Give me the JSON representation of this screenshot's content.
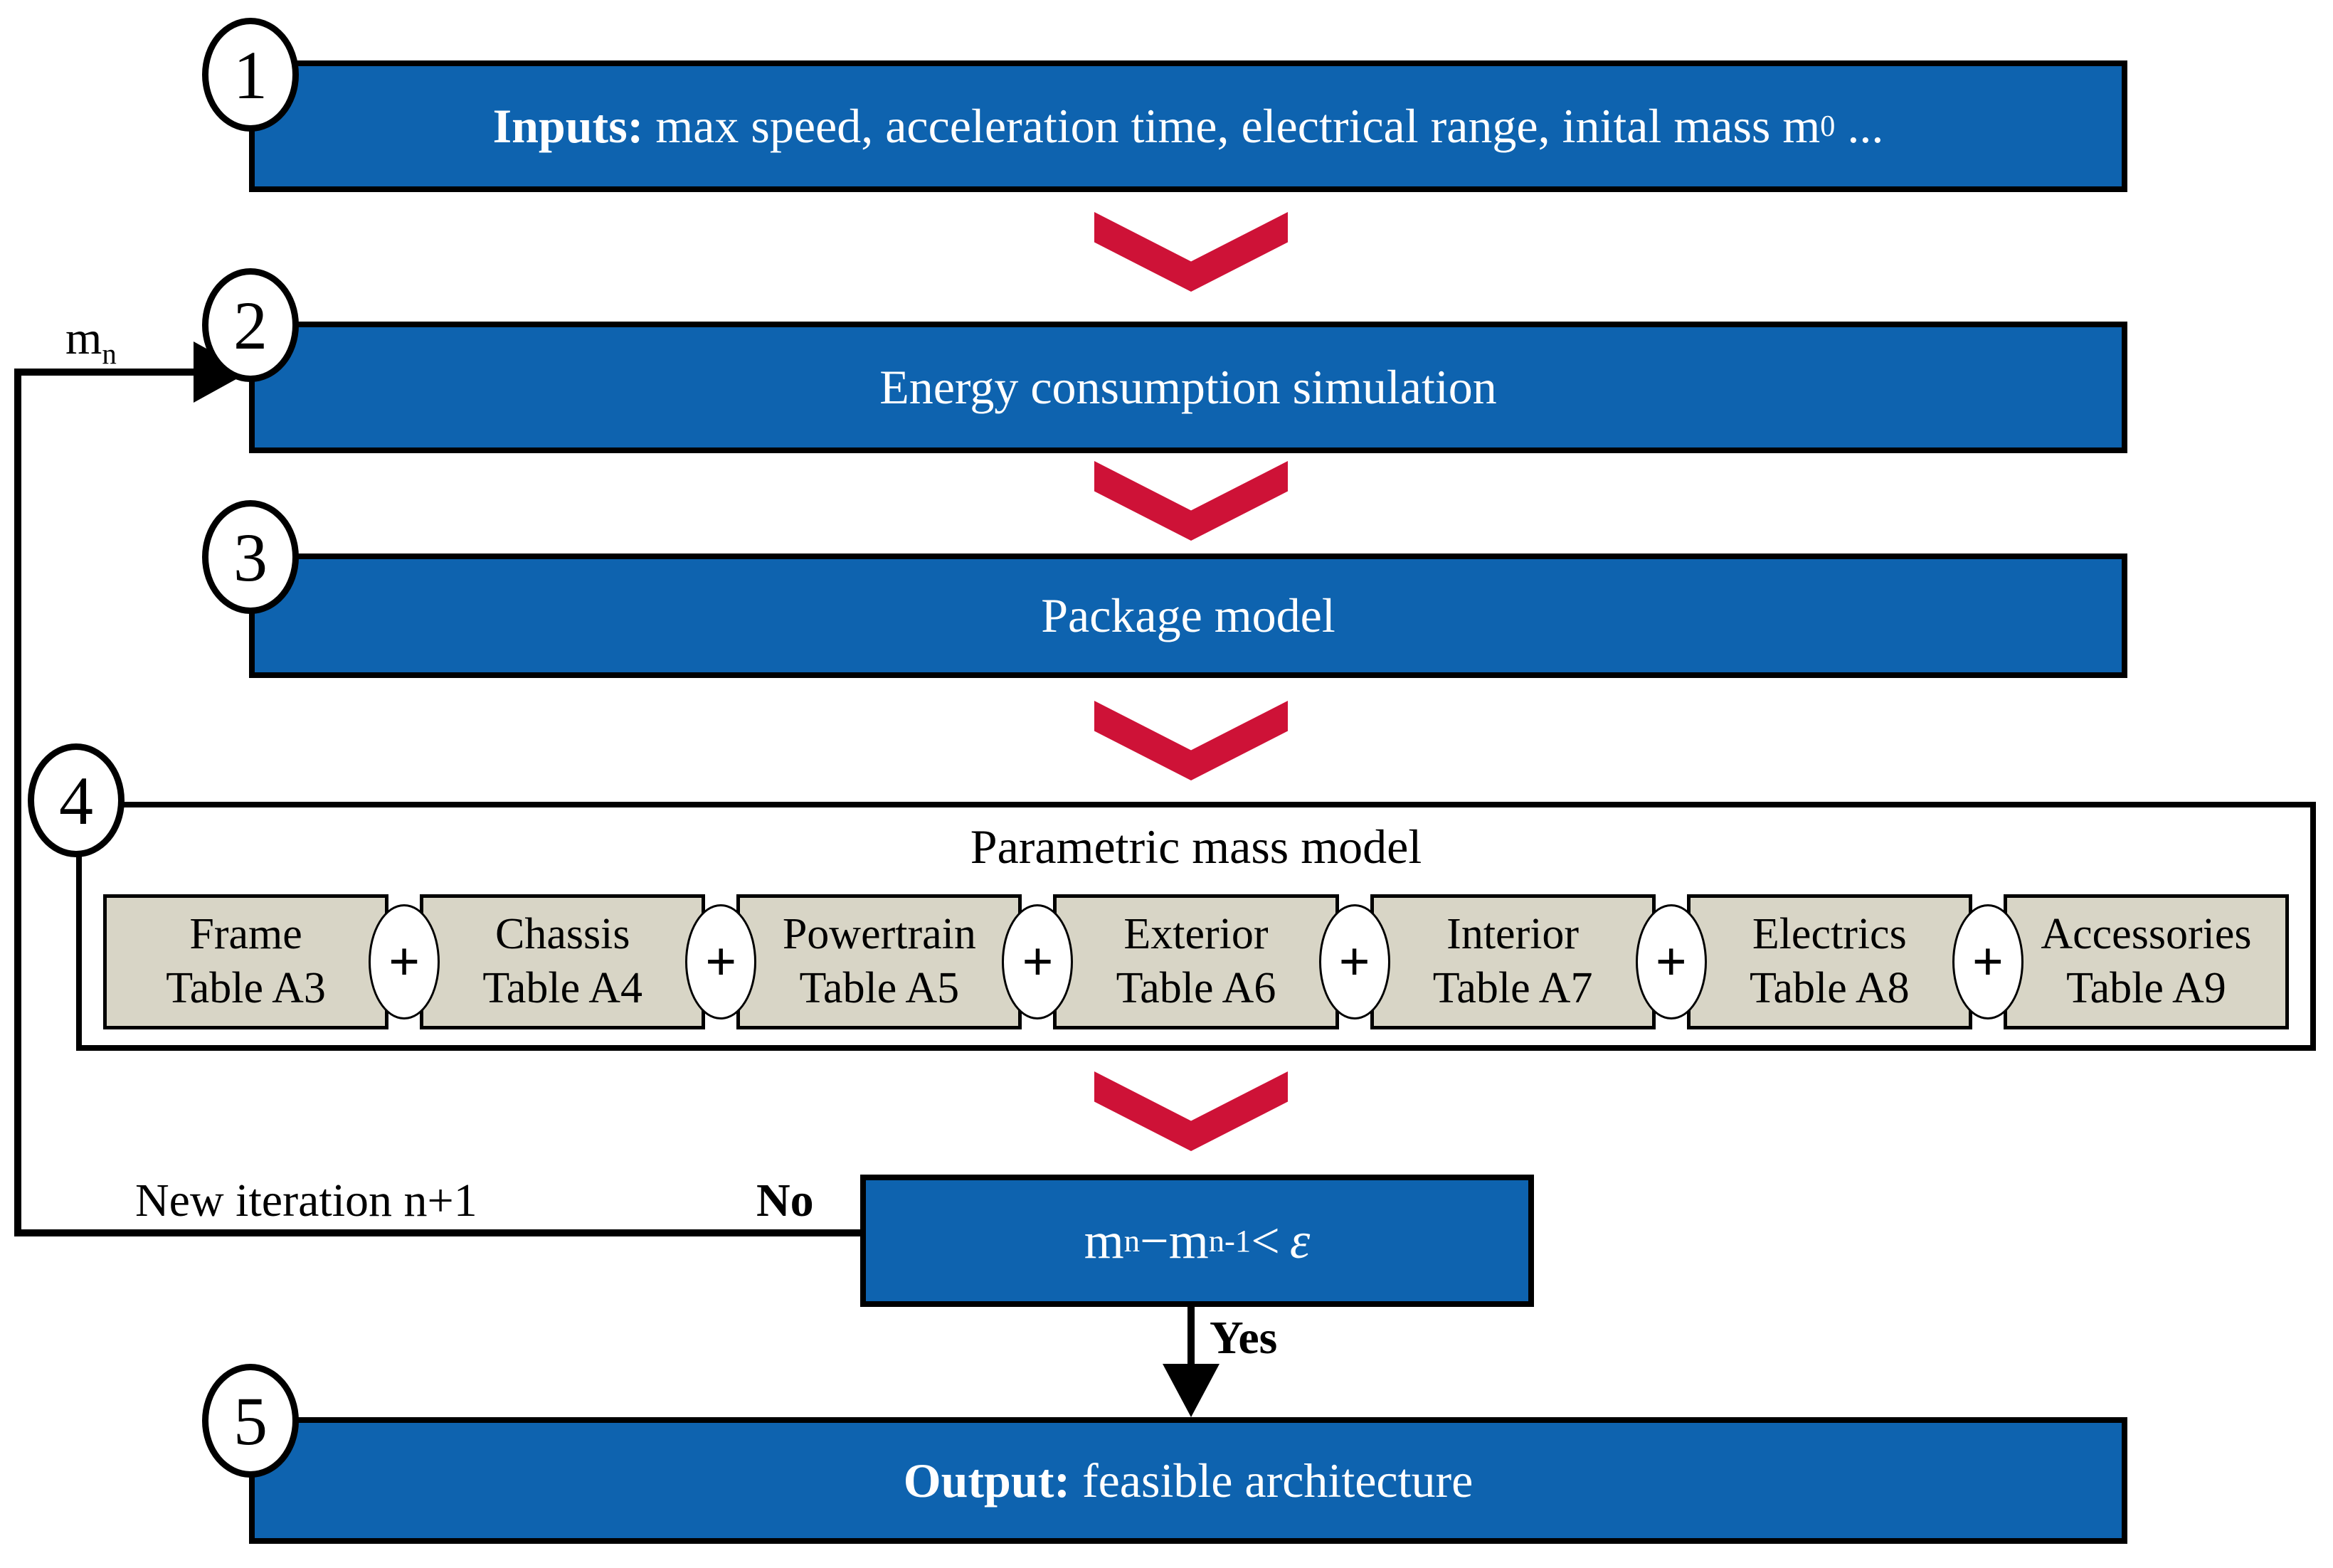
{
  "colors": {
    "box_blue": "#0E63AF",
    "chevron_red": "#CE1237",
    "component_gray": "#D8D5C6",
    "outline_black": "#000000",
    "text_white": "#FFFFFF"
  },
  "icons": {
    "chevron": "chevron-down-icon",
    "arrow_right": "arrowhead-right-icon",
    "arrow_down": "arrowhead-down-icon",
    "plus": "plus-icon"
  },
  "diagram": {
    "step1": {
      "number": "1",
      "label_bold": "Inputs:",
      "label_rest": " max speed, acceleration time, electrical range, inital mass m",
      "label_sub": "0",
      "label_tail": " ..."
    },
    "step2": {
      "number": "2",
      "label": "Energy consumption simulation"
    },
    "step3": {
      "number": "3",
      "label": "Package model"
    },
    "step4": {
      "number": "4",
      "title": "Parametric mass model",
      "plus": "+",
      "components": [
        {
          "name": "Frame",
          "table": "Table A3"
        },
        {
          "name": "Chassis",
          "table": "Table A4"
        },
        {
          "name": "Powertrain",
          "table": "Table A5"
        },
        {
          "name": "Exterior",
          "table": "Table A6"
        },
        {
          "name": "Interior",
          "table": "Table A7"
        },
        {
          "name": "Electrics",
          "table": "Table A8"
        },
        {
          "name": "Accessories",
          "table": "Table A9"
        }
      ]
    },
    "decision": {
      "m1": "m",
      "sub1": "n",
      "minus": " − ",
      "m2": "m",
      "sub2": "n-1",
      "lt": " < ",
      "epsilon": "ε"
    },
    "step5": {
      "number": "5",
      "label_bold": "Output:",
      "label_rest": " feasible architecture"
    },
    "labels": {
      "feedback_mass_base": "m",
      "feedback_mass_sub": "n",
      "new_iteration": "New iteration n+1",
      "no": "No",
      "yes": "Yes"
    }
  }
}
